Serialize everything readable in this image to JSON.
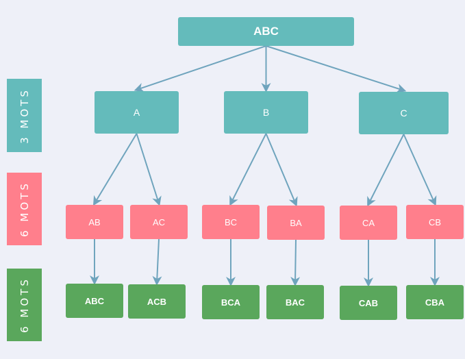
{
  "colors": {
    "background": "#eef0f8",
    "level_teal": "#64bbbb",
    "level_pink": "#ff7f8c",
    "level_green": "#5aa75c",
    "connector": "#6fa4bd"
  },
  "root": {
    "label": "ABC"
  },
  "level1": [
    {
      "label": "A"
    },
    {
      "label": "B"
    },
    {
      "label": "C"
    }
  ],
  "level2": [
    {
      "label": "AB"
    },
    {
      "label": "AC"
    },
    {
      "label": "BC"
    },
    {
      "label": "BA"
    },
    {
      "label": "CA"
    },
    {
      "label": "CB"
    }
  ],
  "level3": [
    {
      "label": "ABC"
    },
    {
      "label": "ACB"
    },
    {
      "label": "BCA"
    },
    {
      "label": "BAC"
    },
    {
      "label": "CAB"
    },
    {
      "label": "CBA"
    }
  ],
  "side_labels": [
    {
      "label": "3 MOTS"
    },
    {
      "label": "6 MOTS"
    },
    {
      "label": "6 MOTS"
    }
  ]
}
